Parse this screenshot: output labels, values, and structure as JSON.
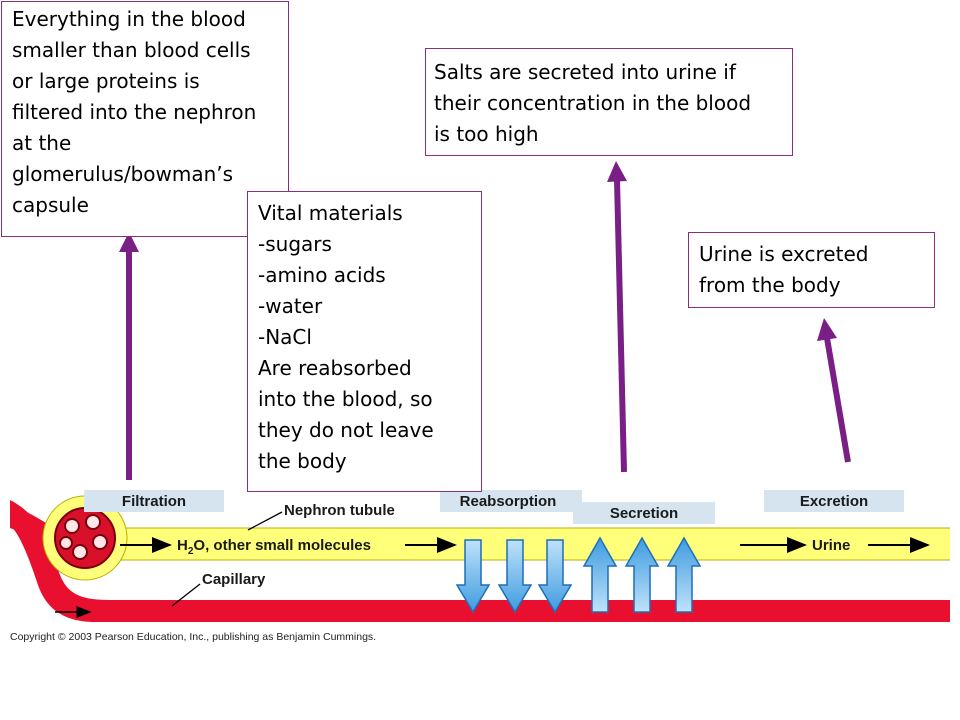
{
  "callouts": {
    "filtration": [
      "Everything in the blood",
      "smaller than blood cells",
      "or large proteins is",
      "filtered into the nephron",
      "at the",
      "glomerulus/bowman’s",
      "capsule"
    ],
    "secretion": [
      "Salts are secreted into urine if",
      "their concentration in the blood",
      "is too high"
    ],
    "reabsorption": [
      "Vital materials",
      "-sugars",
      "-amino acids",
      "-water",
      "-NaCl",
      "Are reabsorbed",
      "into the blood, so",
      "they do not leave",
      "the body"
    ],
    "excretion": [
      "Urine is excreted",
      "from the body"
    ]
  },
  "figure": {
    "stages": {
      "filtration": "Filtration",
      "reabsorption": "Reabsorption",
      "secretion": "Secretion",
      "excretion": "Excretion"
    },
    "labels": {
      "nephron_tubule": "Nephron tubule",
      "h2o": "H",
      "h2o_sub": "2",
      "h2o_rest": "O, other small molecules",
      "urine": "Urine",
      "capillary": "Capillary"
    },
    "copyright": "Copyright © 2003 Pearson Education, Inc., publishing as Benjamin Cummings."
  },
  "colors": {
    "arrow_purple": "#7a1f86",
    "tubule_yellow": "#ffff7a",
    "blood_red": "#e8102e",
    "exchange_blue": "#5aaee8",
    "stage_label_bg": "#d6e4f0"
  }
}
